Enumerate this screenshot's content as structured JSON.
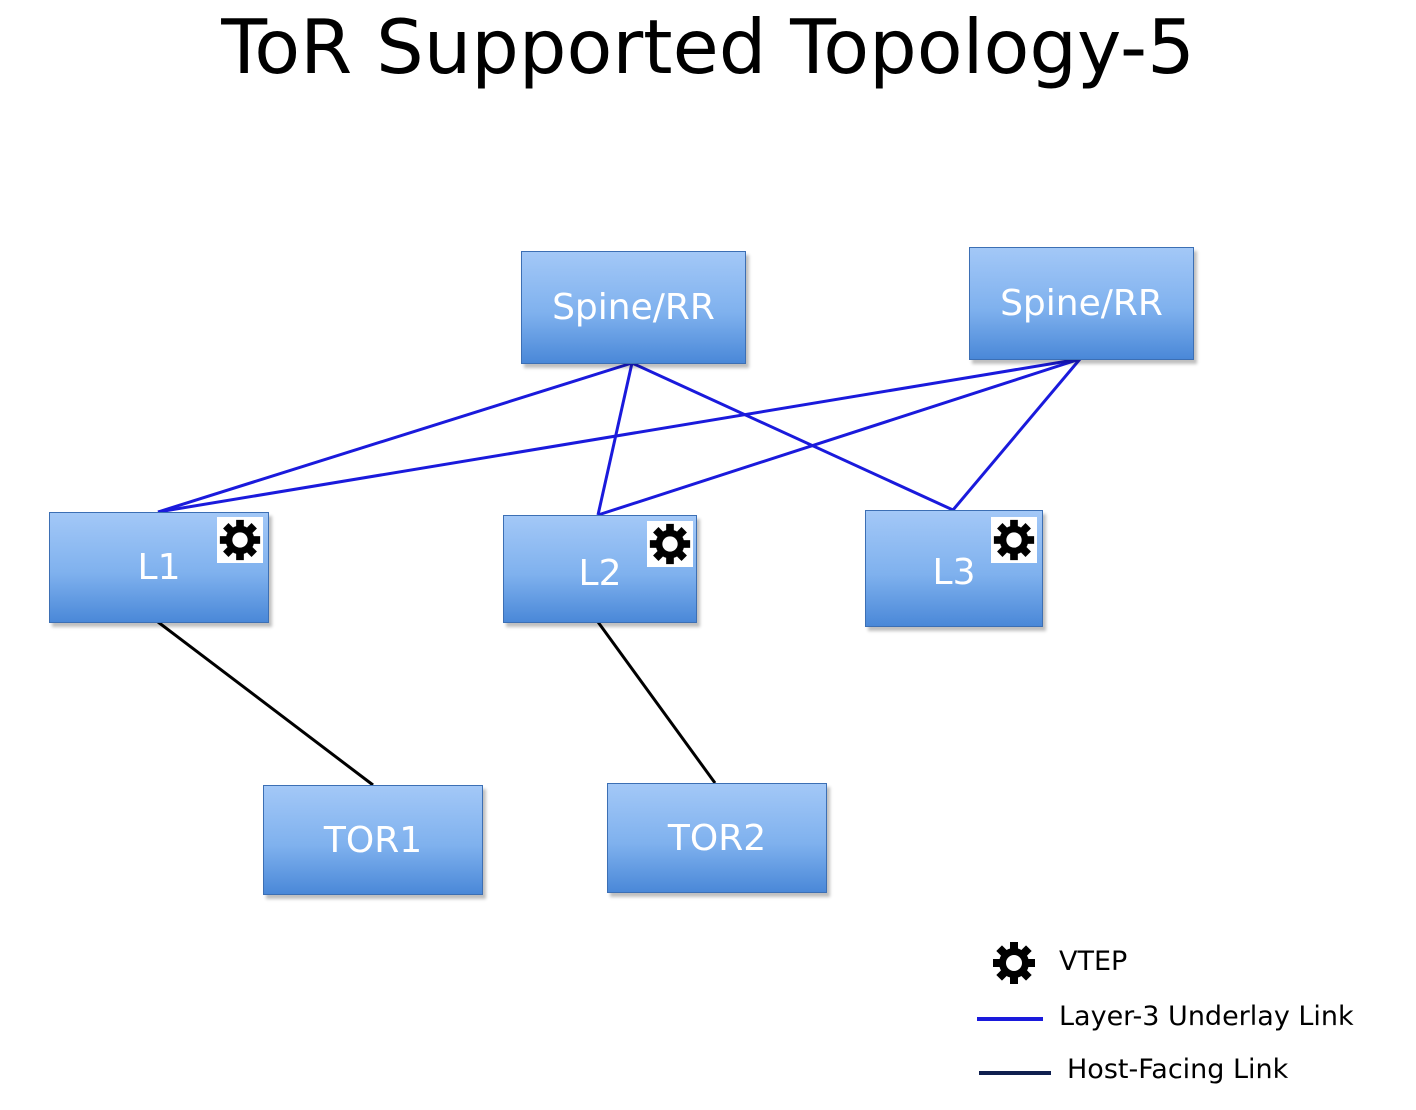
{
  "title": "ToR Supported Topology-5",
  "colors": {
    "underlay_link": "#1a1adc",
    "host_link": "#000000",
    "legend_host_link": "#0f1f4f",
    "node_text": "#ffffff"
  },
  "nodes": {
    "spine1": {
      "label": "Spine/RR"
    },
    "spine2": {
      "label": "Spine/RR"
    },
    "l1": {
      "label": "L1",
      "vtep": true
    },
    "l2": {
      "label": "L2",
      "vtep": true
    },
    "l3": {
      "label": "L3",
      "vtep": true
    },
    "tor1": {
      "label": "TOR1"
    },
    "tor2": {
      "label": "TOR2"
    }
  },
  "links": [
    {
      "from": "spine1",
      "to": "l1",
      "type": "Layer-3 Underlay Link"
    },
    {
      "from": "spine1",
      "to": "l2",
      "type": "Layer-3 Underlay Link"
    },
    {
      "from": "spine1",
      "to": "l3",
      "type": "Layer-3 Underlay Link"
    },
    {
      "from": "spine2",
      "to": "l1",
      "type": "Layer-3 Underlay Link"
    },
    {
      "from": "spine2",
      "to": "l2",
      "type": "Layer-3 Underlay Link"
    },
    {
      "from": "spine2",
      "to": "l3",
      "type": "Layer-3 Underlay Link"
    },
    {
      "from": "l1",
      "to": "tor1",
      "type": "Host-Facing Link"
    },
    {
      "from": "l2",
      "to": "tor2",
      "type": "Host-Facing Link"
    }
  ],
  "legend": {
    "vtep": {
      "label": "VTEP",
      "icon": "gear-icon"
    },
    "underlay": {
      "label": "Layer-3 Underlay Link"
    },
    "host": {
      "label": "Host-Facing Link"
    }
  }
}
